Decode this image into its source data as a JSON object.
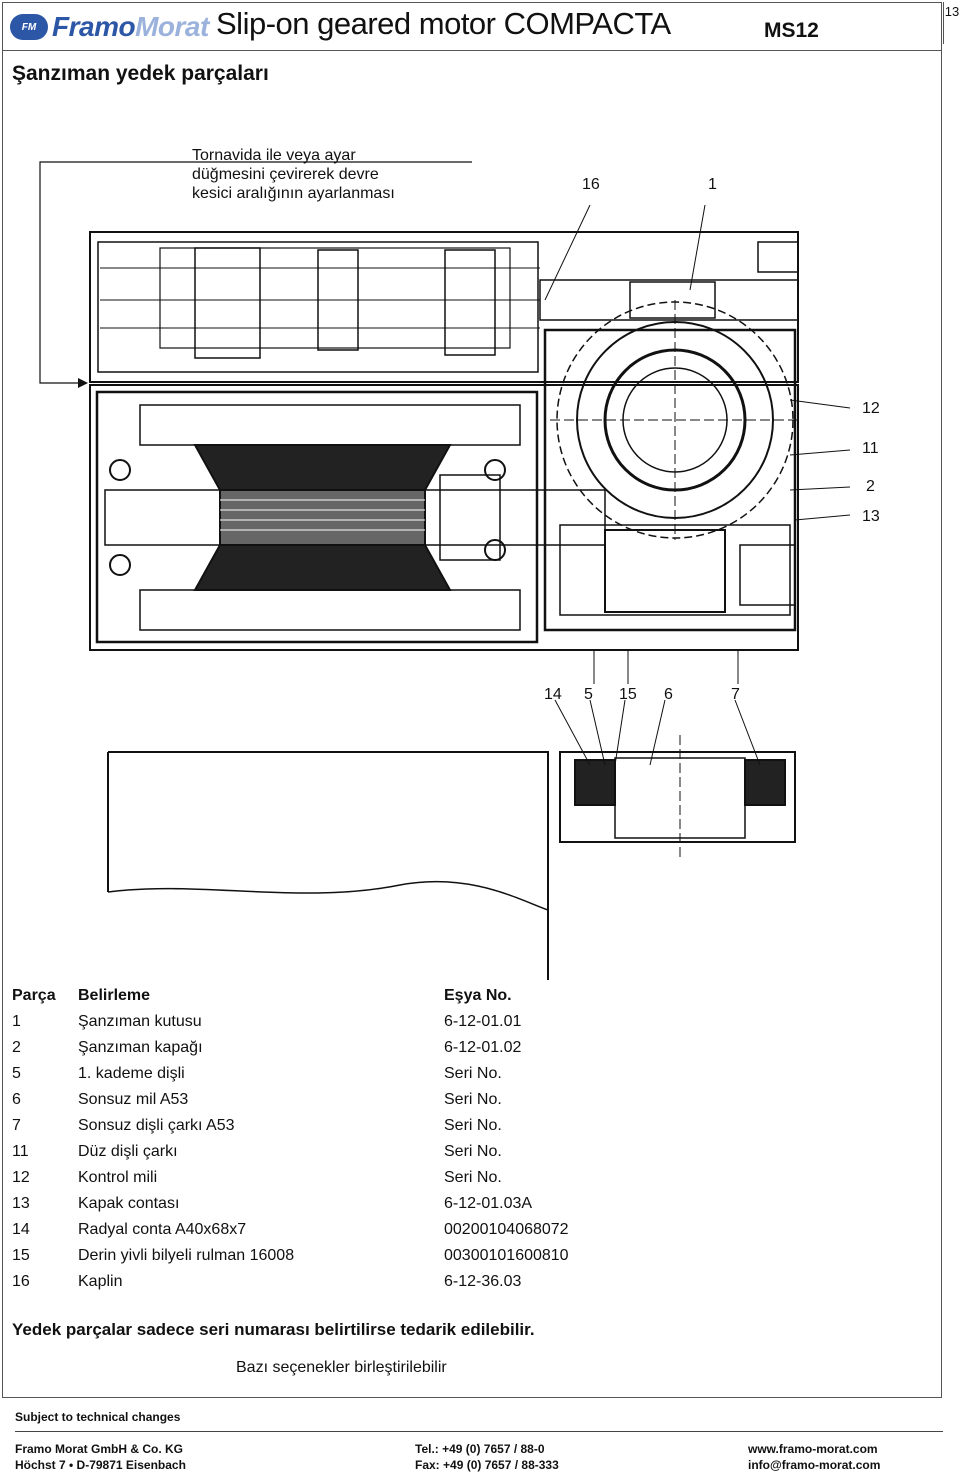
{
  "header": {
    "logo_mark": "FM",
    "logo_word1": "Framo",
    "logo_word2": "Morat",
    "title": "Slip-on geared motor COMPACTA",
    "code": "MS12",
    "page_number": "13"
  },
  "section_title": "Şanzıman yedek parçaları",
  "drawing": {
    "note_lines": [
      "Tornavida ile veya ayar",
      "düğmesini çevirerek devre",
      "kesici aralığının ayarlanması"
    ],
    "callouts_top": [
      "16",
      "1"
    ],
    "callouts_right": [
      "12",
      "11",
      "2",
      "13"
    ],
    "callouts_bottom": [
      "14",
      "5",
      "15",
      "6",
      "7"
    ]
  },
  "parts_table": {
    "headers": [
      "Parça",
      "Belirleme",
      "Eşya No."
    ],
    "rows": [
      [
        "1",
        "Şanzıman kutusu",
        "6-12-01.01"
      ],
      [
        "2",
        "Şanzıman kapağı",
        "6-12-01.02"
      ],
      [
        "5",
        "1. kademe dişli",
        "Seri No."
      ],
      [
        "6",
        "Sonsuz mil A53",
        "Seri No."
      ],
      [
        "7",
        "Sonsuz dişli çarkı A53",
        "Seri No."
      ],
      [
        "11",
        "Düz dişli çarkı",
        "Seri No."
      ],
      [
        "12",
        "Kontrol mili",
        "Seri No."
      ],
      [
        "13",
        "Kapak contası",
        "6-12-01.03A"
      ],
      [
        "14",
        "Radyal conta A40x68x7",
        "00200104068072"
      ],
      [
        "15",
        "Derin yivli bilyeli rulman 16008",
        "00300101600810"
      ],
      [
        "16",
        "Kaplin",
        "6-12-36.03"
      ]
    ]
  },
  "notes": {
    "bold": "Yedek parçalar sadece seri numarası belirtilirse tedarik edilebilir.",
    "sub": "Bazı seçenekler birleştirilebilir"
  },
  "footer": {
    "subject": "Subject to technical changes",
    "company": "Framo Morat GmbH & Co. KG",
    "address": "Höchst 7 • D-79871 Eisenbach",
    "tel": "Tel.: +49 (0) 7657 / 88-0",
    "fax": "Fax: +49 (0) 7657 / 88-333",
    "web": "www.framo-morat.com",
    "email": "info@framo-morat.com"
  }
}
